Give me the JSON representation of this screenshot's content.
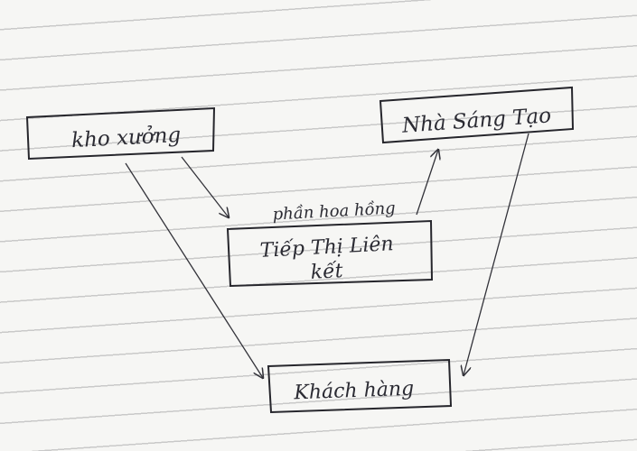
{
  "nodes": {
    "warehouse": "kho xưởng",
    "creator": "Nhà Sáng Tạo",
    "affiliate_line1": "Tiếp Thị Liên",
    "affiliate_line2": "kết",
    "customer": "Khách hàng"
  },
  "edges": {
    "affiliate_to_creator": "phần hoa hồng"
  },
  "colors": {
    "ink": "#26262c",
    "paper": "#f6f6f4",
    "rule_line": "#c9c9c9"
  }
}
